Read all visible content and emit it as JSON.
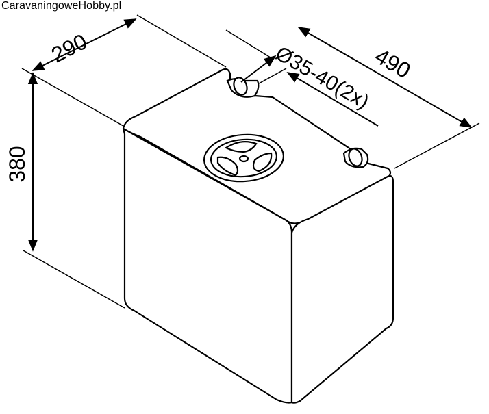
{
  "watermark": "CaravaningoweHobby.pl",
  "dimensions": {
    "width": "290",
    "length": "490",
    "height": "380",
    "port": "Ø35-40(2x)"
  }
}
